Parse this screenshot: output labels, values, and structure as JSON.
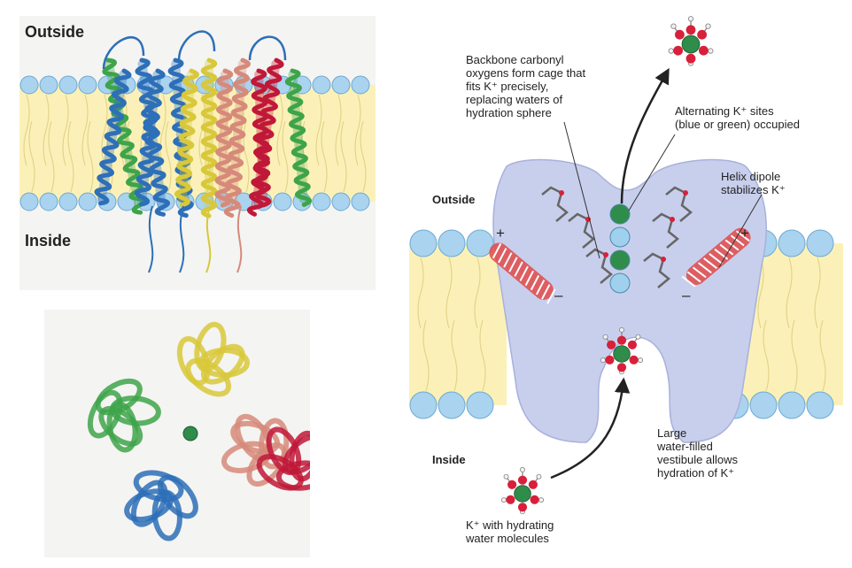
{
  "panel_a": {
    "outside_label": "Outside",
    "inside_label": "Inside"
  },
  "panel_c": {
    "outside_label": "Outside",
    "inside_label": "Inside",
    "callout_backbone": "Backbone carbonyl\noxygens form cage that\nfits K⁺ precisely,\nreplacing waters of\nhydration sphere",
    "callout_alternating": "Alternating K⁺ sites\n(blue or green) occupied",
    "callout_helix": "Helix dipole\nstabilizes K⁺",
    "callout_vestibule": "Large\nwater-filled\nvestibule allows\nhydration of K⁺",
    "callout_hydrating": "K⁺ with hydrating\nwater molecules",
    "plus_sign": "+",
    "minus_sign": "–"
  },
  "colors": {
    "membrane_core": "#fbf1b8",
    "lipid_head": "#a9d3ef",
    "protein_body": "#c8cfec",
    "helix_red": "#e04a4a",
    "ion_green": "#2f8c4a",
    "ion_blue": "#9fd0ee",
    "oxygen_red": "#d8203a",
    "subunit_blue": "#2d6fb8",
    "subunit_green": "#3ea44a",
    "subunit_yellow": "#d8c83a",
    "subunit_salmon": "#d68a7a",
    "subunit_crimson": "#c01838"
  }
}
